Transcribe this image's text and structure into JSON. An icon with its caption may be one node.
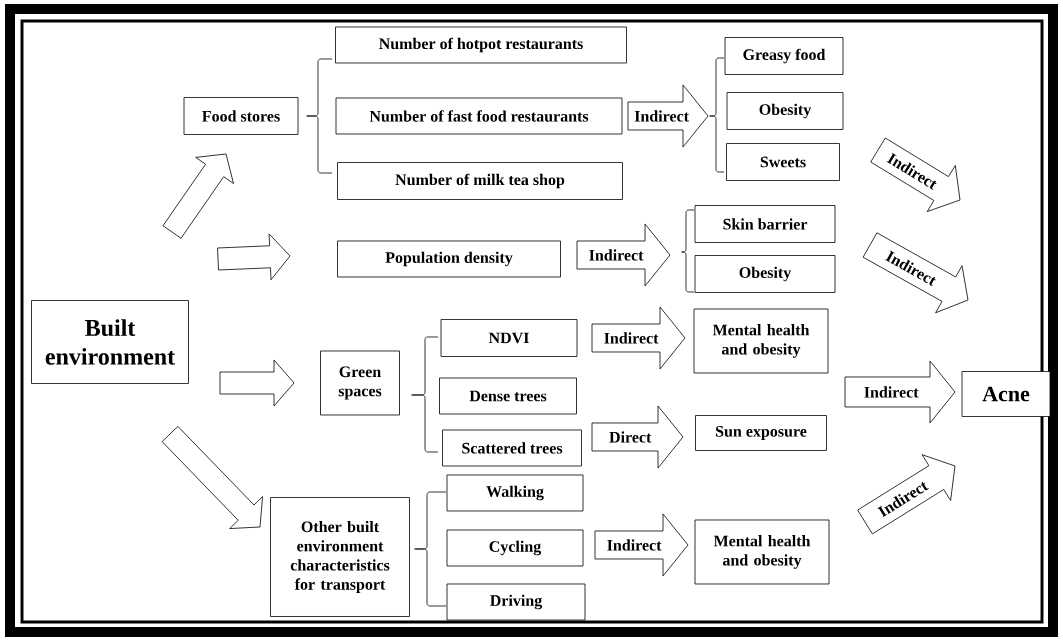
{
  "diagram": {
    "nodes": [
      {
        "text": [
          "Built environment"
        ]
      },
      {
        "text": [
          "Food stores"
        ]
      },
      {
        "text": [
          "Number of hotpot restaurants"
        ]
      },
      {
        "text": [
          "Number of fast food restaurants"
        ]
      },
      {
        "text": [
          "Number of milk tea shop"
        ]
      },
      {
        "text": [
          "Greasy food"
        ]
      },
      {
        "text": [
          "Obesity"
        ]
      },
      {
        "text": [
          "Sweets"
        ]
      },
      {
        "text": [
          "Population density"
        ]
      },
      {
        "text": [
          "Skin barrier"
        ]
      },
      {
        "text": [
          "Obesity"
        ]
      },
      {
        "text": [
          "Green spaces"
        ]
      },
      {
        "text": [
          "NDVI"
        ]
      },
      {
        "text": [
          "Dense trees"
        ]
      },
      {
        "text": [
          "Scattered trees"
        ]
      },
      {
        "text": [
          "Mental health and obesity"
        ]
      },
      {
        "text": [
          "Sun exposure"
        ]
      },
      {
        "text": [
          "Other built environment characteristics for transport"
        ]
      },
      {
        "text": [
          "Walking"
        ]
      },
      {
        "text": [
          "Cycling"
        ]
      },
      {
        "text": [
          "Driving"
        ]
      },
      {
        "text": [
          "Mental health and obesity"
        ]
      },
      {
        "text": [
          "Acne"
        ]
      }
    ],
    "edges": [
      {
        "from": 0,
        "to": 1,
        "arrow": "to"
      },
      {
        "from": 0,
        "to": 8,
        "arrow": "to"
      },
      {
        "from": 0,
        "to": 11,
        "arrow": "to"
      },
      {
        "from": 0,
        "to": 17,
        "arrow": "to"
      },
      {
        "from": 3,
        "to": 6,
        "arrow": "to",
        "label": "Indirect"
      },
      {
        "from": 8,
        "to": 9,
        "arrow": "to",
        "label": "Indirect"
      },
      {
        "from": 12,
        "to": 15,
        "arrow": "to",
        "label": "Indirect"
      },
      {
        "from": 14,
        "to": 16,
        "arrow": "to",
        "label": "Direct"
      },
      {
        "from": 19,
        "to": 21,
        "arrow": "to",
        "label": "Indirect"
      },
      {
        "from": 7,
        "to": null,
        "arrow": "to",
        "label": "Indirect"
      },
      {
        "from": 10,
        "to": 22,
        "arrow": "to",
        "label": "Indirect"
      },
      {
        "from": null,
        "to": 22,
        "arrow": "to",
        "label": "Indirect"
      },
      {
        "from": 21,
        "to": 22,
        "arrow": "to",
        "label": "Indirect"
      }
    ]
  }
}
